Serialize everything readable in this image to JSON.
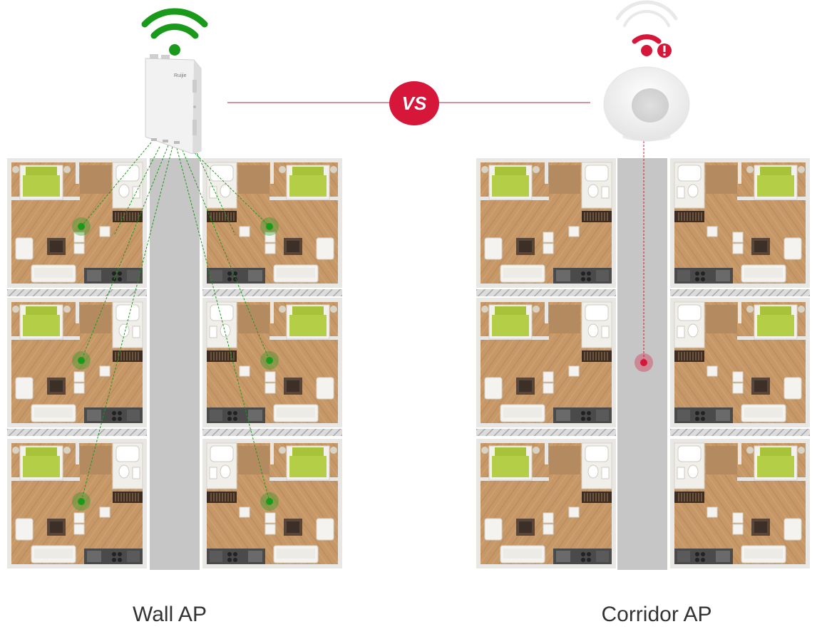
{
  "vs_text": "VS",
  "labels": {
    "left": "Wall AP",
    "right": "Corridor AP"
  },
  "device_brand": "Ruijie",
  "colors": {
    "accent_red": "#d7173a",
    "signal_green": "#1a9a1a",
    "corridor_gray": "#c6c6c6",
    "floor_wood": "#c69767",
    "wall": "#e9e7e3",
    "bed_green": "#a8c33a"
  },
  "icons": {
    "wall_signal": "wifi-strong-icon",
    "corridor_signal": "wifi-weak-warning-icon"
  }
}
